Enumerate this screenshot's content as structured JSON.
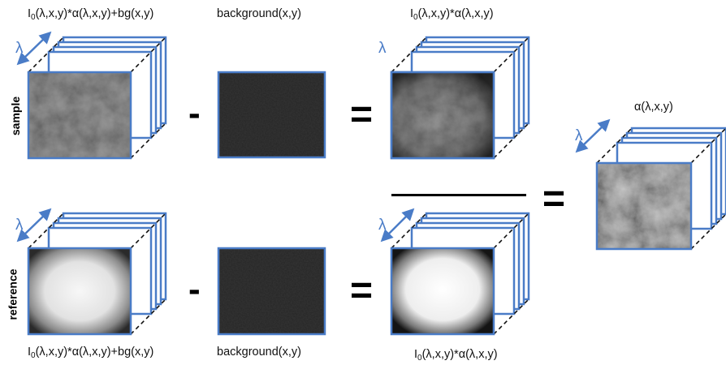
{
  "labels": {
    "sample_raw": "(λ,x,y)*α(λ,x,y)+bg(x,y)",
    "reference_raw": "(λ,x,y)*α(λ,x,y)+bg(x,y)",
    "background_top": "background(x,y)",
    "background_bottom": "background(x,y)",
    "sample_corrected": "(λ,x,y)*α(λ,x,y)",
    "reference_corrected": "(λ,x,y)*α(λ,x,y)",
    "intensity_symbol": "I",
    "intensity_subscript": "0",
    "result": "α(λ,x,y)"
  },
  "rows": {
    "sample": "sample",
    "reference": "reference"
  },
  "wavelength_symbol": "λ",
  "operators": {
    "minus": "-",
    "equals": "="
  },
  "colors": {
    "cube_edge": "#4a7cc7",
    "lambda": "#4a7cc7",
    "text": "#111111",
    "divider": "#000000"
  }
}
